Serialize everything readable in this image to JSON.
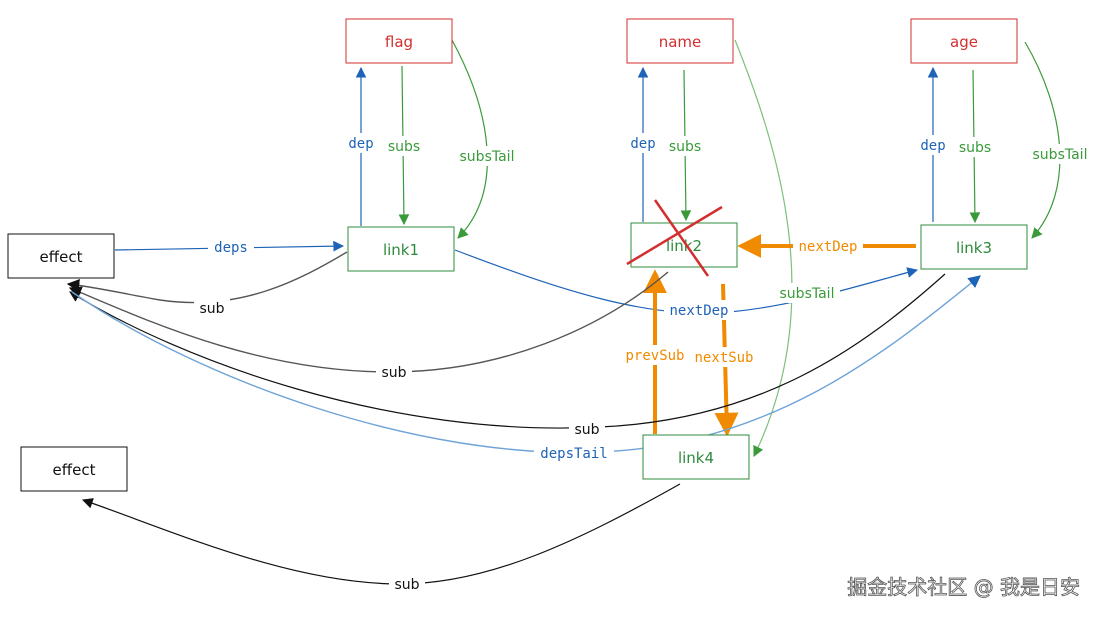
{
  "nodes": {
    "effect_top": "effect",
    "effect_bottom": "effect",
    "flag": "flag",
    "name": "name",
    "age": "age",
    "link1": "link1",
    "link2": "link2",
    "link3": "link3",
    "link4": "link4"
  },
  "labels": {
    "dep": "dep",
    "subs": "subs",
    "subsTail": "subsTail",
    "deps": "deps",
    "depsTail": "depsTail",
    "nextDep": "nextDep",
    "prevSub": "prevSub",
    "nextSub": "nextSub",
    "sub": "sub"
  },
  "watermark": "掘金技术社区 @ 我是日安",
  "colors": {
    "dep_box": "#d32f2f",
    "link_box": "#2e8b3d",
    "blue": "#1e63b8",
    "lightblue": "#6fa3d8",
    "green": "#3a9a3a",
    "lightgreen": "#7cc07c",
    "orange": "#f08a00",
    "gray": "#666666",
    "black": "#111111",
    "red_cross": "#d32f2f"
  }
}
